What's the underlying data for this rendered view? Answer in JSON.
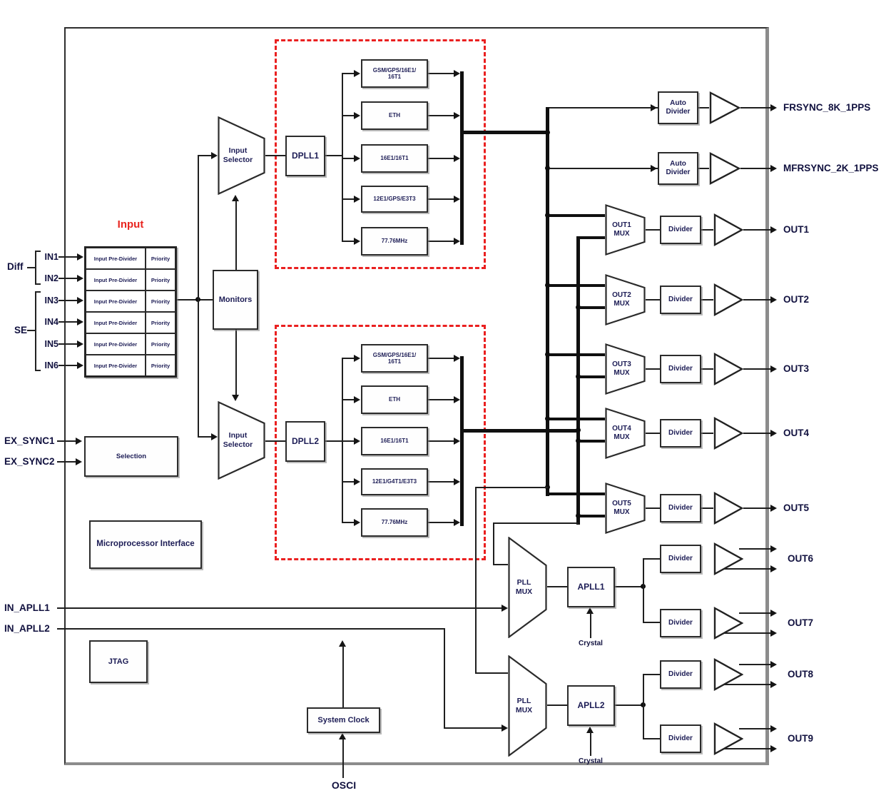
{
  "ports": {
    "in_pins": [
      "IN1",
      "IN2",
      "IN3",
      "IN4",
      "IN5",
      "IN6"
    ],
    "diff_group": "Diff",
    "se_group": "SE",
    "ex_sync1": "EX_SYNC1",
    "ex_sync2": "EX_SYNC2",
    "in_apll1": "IN_APLL1",
    "in_apll2": "IN_APLL2",
    "osci": "OSCI",
    "frsync": "FRSYNC_8K_1PPS",
    "mfrsync": "MFRSYNC_2K_1PPS",
    "outs": [
      "OUT1",
      "OUT2",
      "OUT3",
      "OUT4",
      "OUT5"
    ],
    "diff_outs": [
      "OUT6",
      "OUT7",
      "OUT8",
      "OUT9"
    ]
  },
  "input_section": {
    "title": "Input",
    "predivider": "Input Pre-Divider",
    "priority": "Priority"
  },
  "blocks": {
    "monitors": "Monitors",
    "input_selector": "Input Selector",
    "dpll1": "DPLL1",
    "dpll2": "DPLL2",
    "selection": "Selection",
    "microprocessor": "Microprocessor Interface",
    "jtag": "JTAG",
    "system_clock": "System Clock",
    "auto_divider": "Auto Divider",
    "divider": "Divider",
    "pll_mux": "PLL MUX",
    "apll1": "APLL1",
    "apll2": "APLL2",
    "crystal": "Crystal"
  },
  "dpll1_paths": [
    {
      "l1": "GSM/GPS/16E1/",
      "l2": "16T1"
    },
    {
      "l1": "ETH"
    },
    {
      "l1": "16E1/16T1"
    },
    {
      "l1": "12E1/GPS/E3T3"
    },
    {
      "l1": "77.76MHz"
    }
  ],
  "dpll2_paths": [
    {
      "l1": "GSM/GPS/16E1/",
      "l2": "16T1"
    },
    {
      "l1": "ETH"
    },
    {
      "l1": "16E1/16T1"
    },
    {
      "l1": "12E1/G4T1/E3T3"
    },
    {
      "l1": "77.76MHz"
    }
  ],
  "out_muxes": [
    "OUT1 MUX",
    "OUT2 MUX",
    "OUT3 MUX",
    "OUT4 MUX",
    "OUT5 MUX"
  ],
  "colors": {
    "accent_red": "#e8251f",
    "text_navy": "#1c1c55",
    "line": "#1f1f1f"
  }
}
